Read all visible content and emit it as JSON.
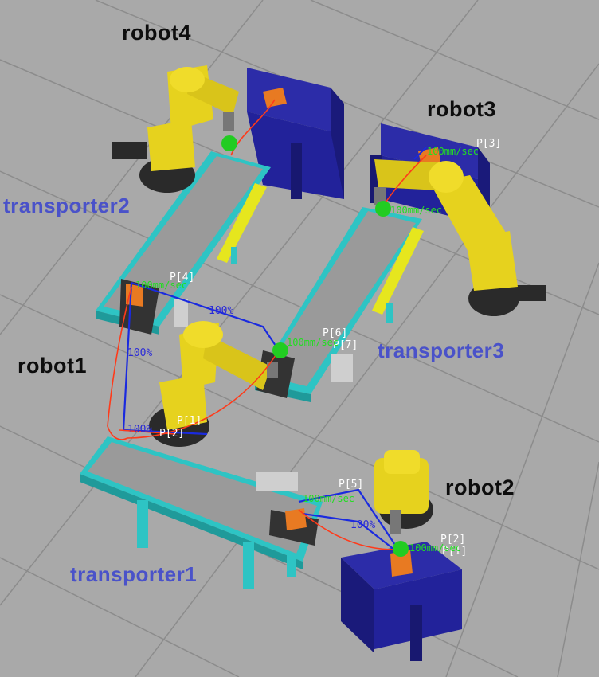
{
  "robots": {
    "robot1": "robot1",
    "robot2": "robot2",
    "robot3": "robot3",
    "robot4": "robot4"
  },
  "transporters": {
    "transporter1": "transporter1",
    "transporter2": "transporter2",
    "transporter3": "transporter3"
  },
  "path_labels": {
    "speed_r1_a": "100%",
    "speed_r1_b": "100%",
    "speed_r1_c": "100%",
    "speed_r2": "100%",
    "p1": "P[1]",
    "p2": "P[2]",
    "p3": "P[3]",
    "p4": "P[4]",
    "p5": "P[5]",
    "p6": "P[6]",
    "p7": "P[7]",
    "r2_p2": "P[2]",
    "r2_p1": "P[1]",
    "r3_p3": "P[3]",
    "dist_r1_p4": "100mm/sec",
    "dist_r1_p6": "100mm/sec",
    "dist_r2": "100mm/sec",
    "dist_r3": "100mm/sec",
    "dist_r3_b": "100mm/sec",
    "dist_r2_b": "100mm/sec"
  },
  "colors": {
    "floor": "#a9a9a9",
    "grid": "#8c8c8c",
    "robot_yellow": "#e6d21e",
    "robot_dark": "#2a2a2a",
    "conveyor_frame": "#2ec4c4",
    "conveyor_belt": "#9a9a9a",
    "table_blue": "#22229a",
    "box_orange": "#e87a22",
    "path_red": "#ff3a1a",
    "path_blue": "#1a2adf",
    "sphere_green": "#22cc22",
    "label_blue": "#4a52c9"
  }
}
